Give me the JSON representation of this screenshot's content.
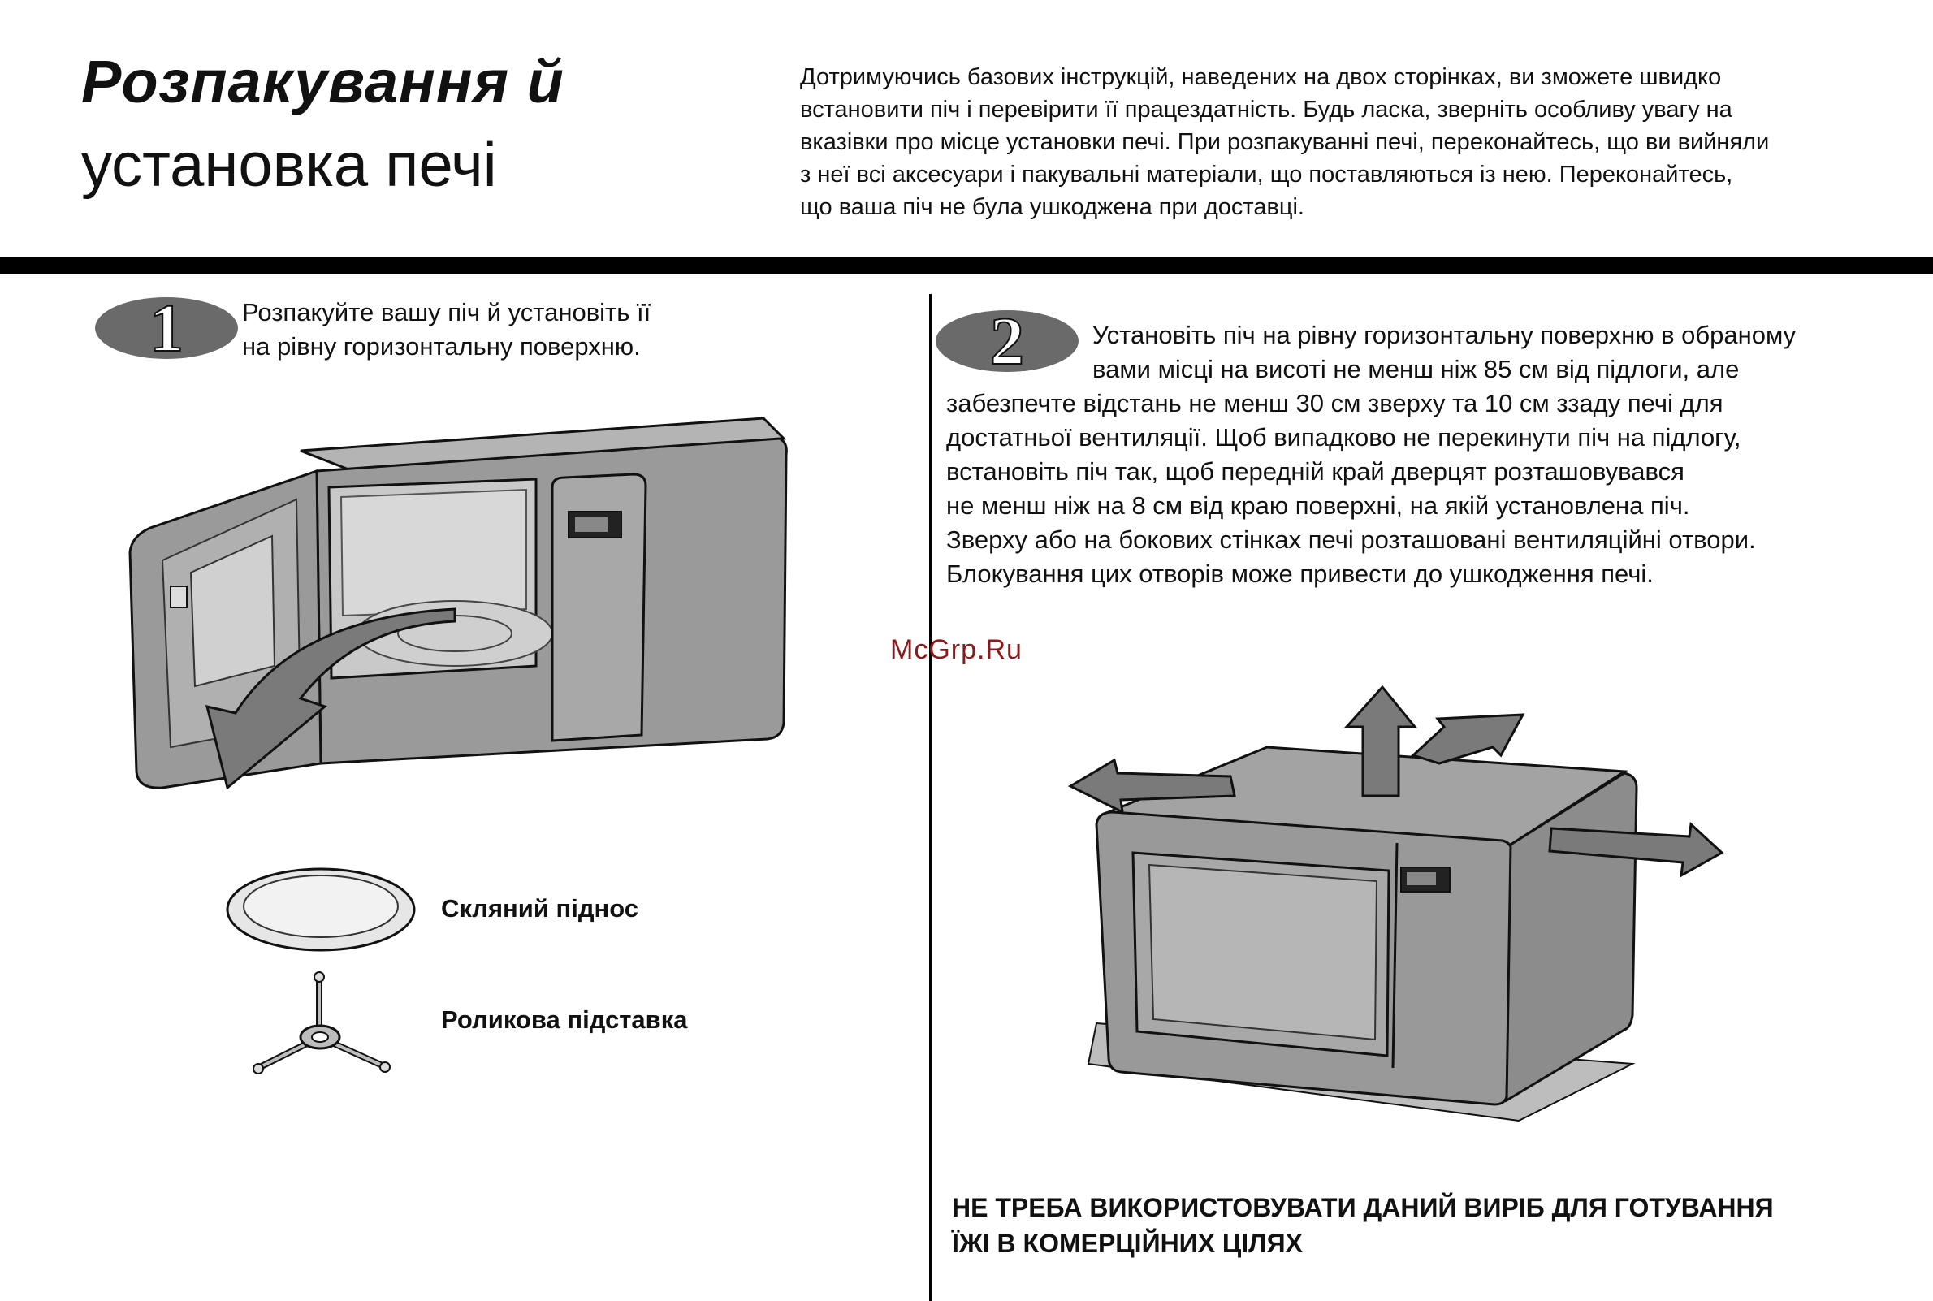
{
  "header": {
    "title_line1": "Розпакування й",
    "title_line2": "установка печі",
    "intro_lines": [
      "Дотримуючись базових інструкцій, наведених на двох сторінках, ви зможете швидко",
      "встановити піч і перевірити її працездатність. Будь ласка, зверніть особливу увагу на",
      "вказівки про місце установки печі. При розпакуванні печі, переконайтесь, що ви вийняли",
      "з неї всі аксесуари і пакувальні матеріали, що поставляються із нею. Переконайтесь,",
      "що ваша піч не була ушкоджена при доставці."
    ]
  },
  "step1": {
    "number": "1",
    "lines": [
      "Розпакуйте вашу піч й установіть її",
      "на рівну горизонтальну поверхню."
    ],
    "parts": {
      "tray_label": "Скляний піднос",
      "roller_label": "Роликова підставка"
    }
  },
  "step2": {
    "number": "2",
    "lines": [
      "Установіть піч на рівну горизонтальну поверхню в обраному",
      "вами місці на висоті не менш ніж 85 см від підлоги, але",
      "забезпечте відстань не менш 30 см зверху та 10 см ззаду печі для",
      "достатньої вентиляції. Щоб випадково не перекинути піч на підлогу,",
      "встановіть піч так, щоб передній край дверцят розташовувався",
      "не менш ніж на 8 см від краю поверхні, на якій установлена піч.",
      "Зверху або на бокових стінках печі розташовані вентиляційні отвори.",
      "Блокування цих отворів може привести до ушкодження печі."
    ]
  },
  "warning": {
    "lines": [
      "НЕ ТРЕБА ВИКОРИСТОВУВАТИ ДАНИЙ ВИРІБ ДЛЯ ГОТУВАННЯ",
      "ЇЖІ В КОМЕРЦІЙНИХ ЦІЛЯХ"
    ]
  },
  "watermark": "McGrp.Ru",
  "colors": {
    "oven_body": "#9a9a9a",
    "oven_top": "#b4b4b4",
    "oven_dark": "#6e6e6e",
    "badge": "#6a6a6a",
    "arrow": "#7a7a7a",
    "rule": "#000000"
  }
}
